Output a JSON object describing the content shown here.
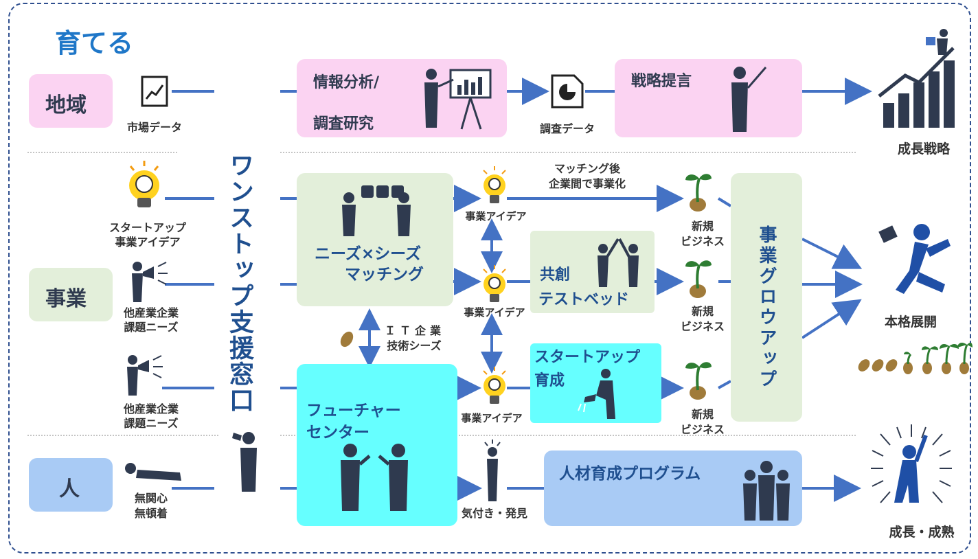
{
  "title": "育てる",
  "rows": {
    "region": "地域",
    "business": "事業",
    "people": "人"
  },
  "left_inputs": {
    "market_data": "市場データ",
    "startup_idea_1": "スタートアップ",
    "startup_idea_2": "事業アイデア",
    "needs_a_1": "他産業企業",
    "needs_a_2": "課題ニーズ",
    "needs_b_1": "他産業企業",
    "needs_b_2": "課題ニーズ",
    "indifferent_1": "無関心",
    "indifferent_2": "無頓着"
  },
  "one_stop": "ワンストップ支援窓口",
  "boxes": {
    "analysis_1": "情報分析/",
    "analysis_2": "調査研究",
    "survey_data": "調査データ",
    "strategy": "戦略提言",
    "matching_1": "ニーズ×シーズ",
    "matching_2": "マッチング",
    "future_1": "フューチャー",
    "future_2": "センター",
    "cocreation_1": "共創",
    "cocreation_2": "テストベッド",
    "startup_1": "スタートアップ",
    "startup_2": "育成",
    "hr_program": "人材育成プログラム",
    "growup": "事業グロウアップ"
  },
  "middle": {
    "idea_a": "事業アイデア",
    "idea_b": "事業アイデア",
    "idea_c": "事業アイデア",
    "after_matching_1": "マッチング後",
    "after_matching_2": "企業間で事業化",
    "it_seeds_1": "ＩＴ企業",
    "it_seeds_2": "技術シーズ",
    "awareness": "気付き・発見",
    "newbiz_a_1": "新規",
    "newbiz_a_2": "ビジネス",
    "newbiz_b_1": "新規",
    "newbiz_b_2": "ビジネス",
    "newbiz_c_1": "新規",
    "newbiz_c_2": "ビジネス"
  },
  "outcomes": {
    "growth_strategy": "成長戦略",
    "full_deploy": "本格展開",
    "maturity": "成長・成熟"
  },
  "colors": {
    "line": "#4472C4",
    "pink": "#FBD3F2",
    "green": "#E3EFDA",
    "cyan": "#66FFFF",
    "blue": "#A9CBF5",
    "figure": "#2F3A4F",
    "navy": "#1F4FA6"
  }
}
